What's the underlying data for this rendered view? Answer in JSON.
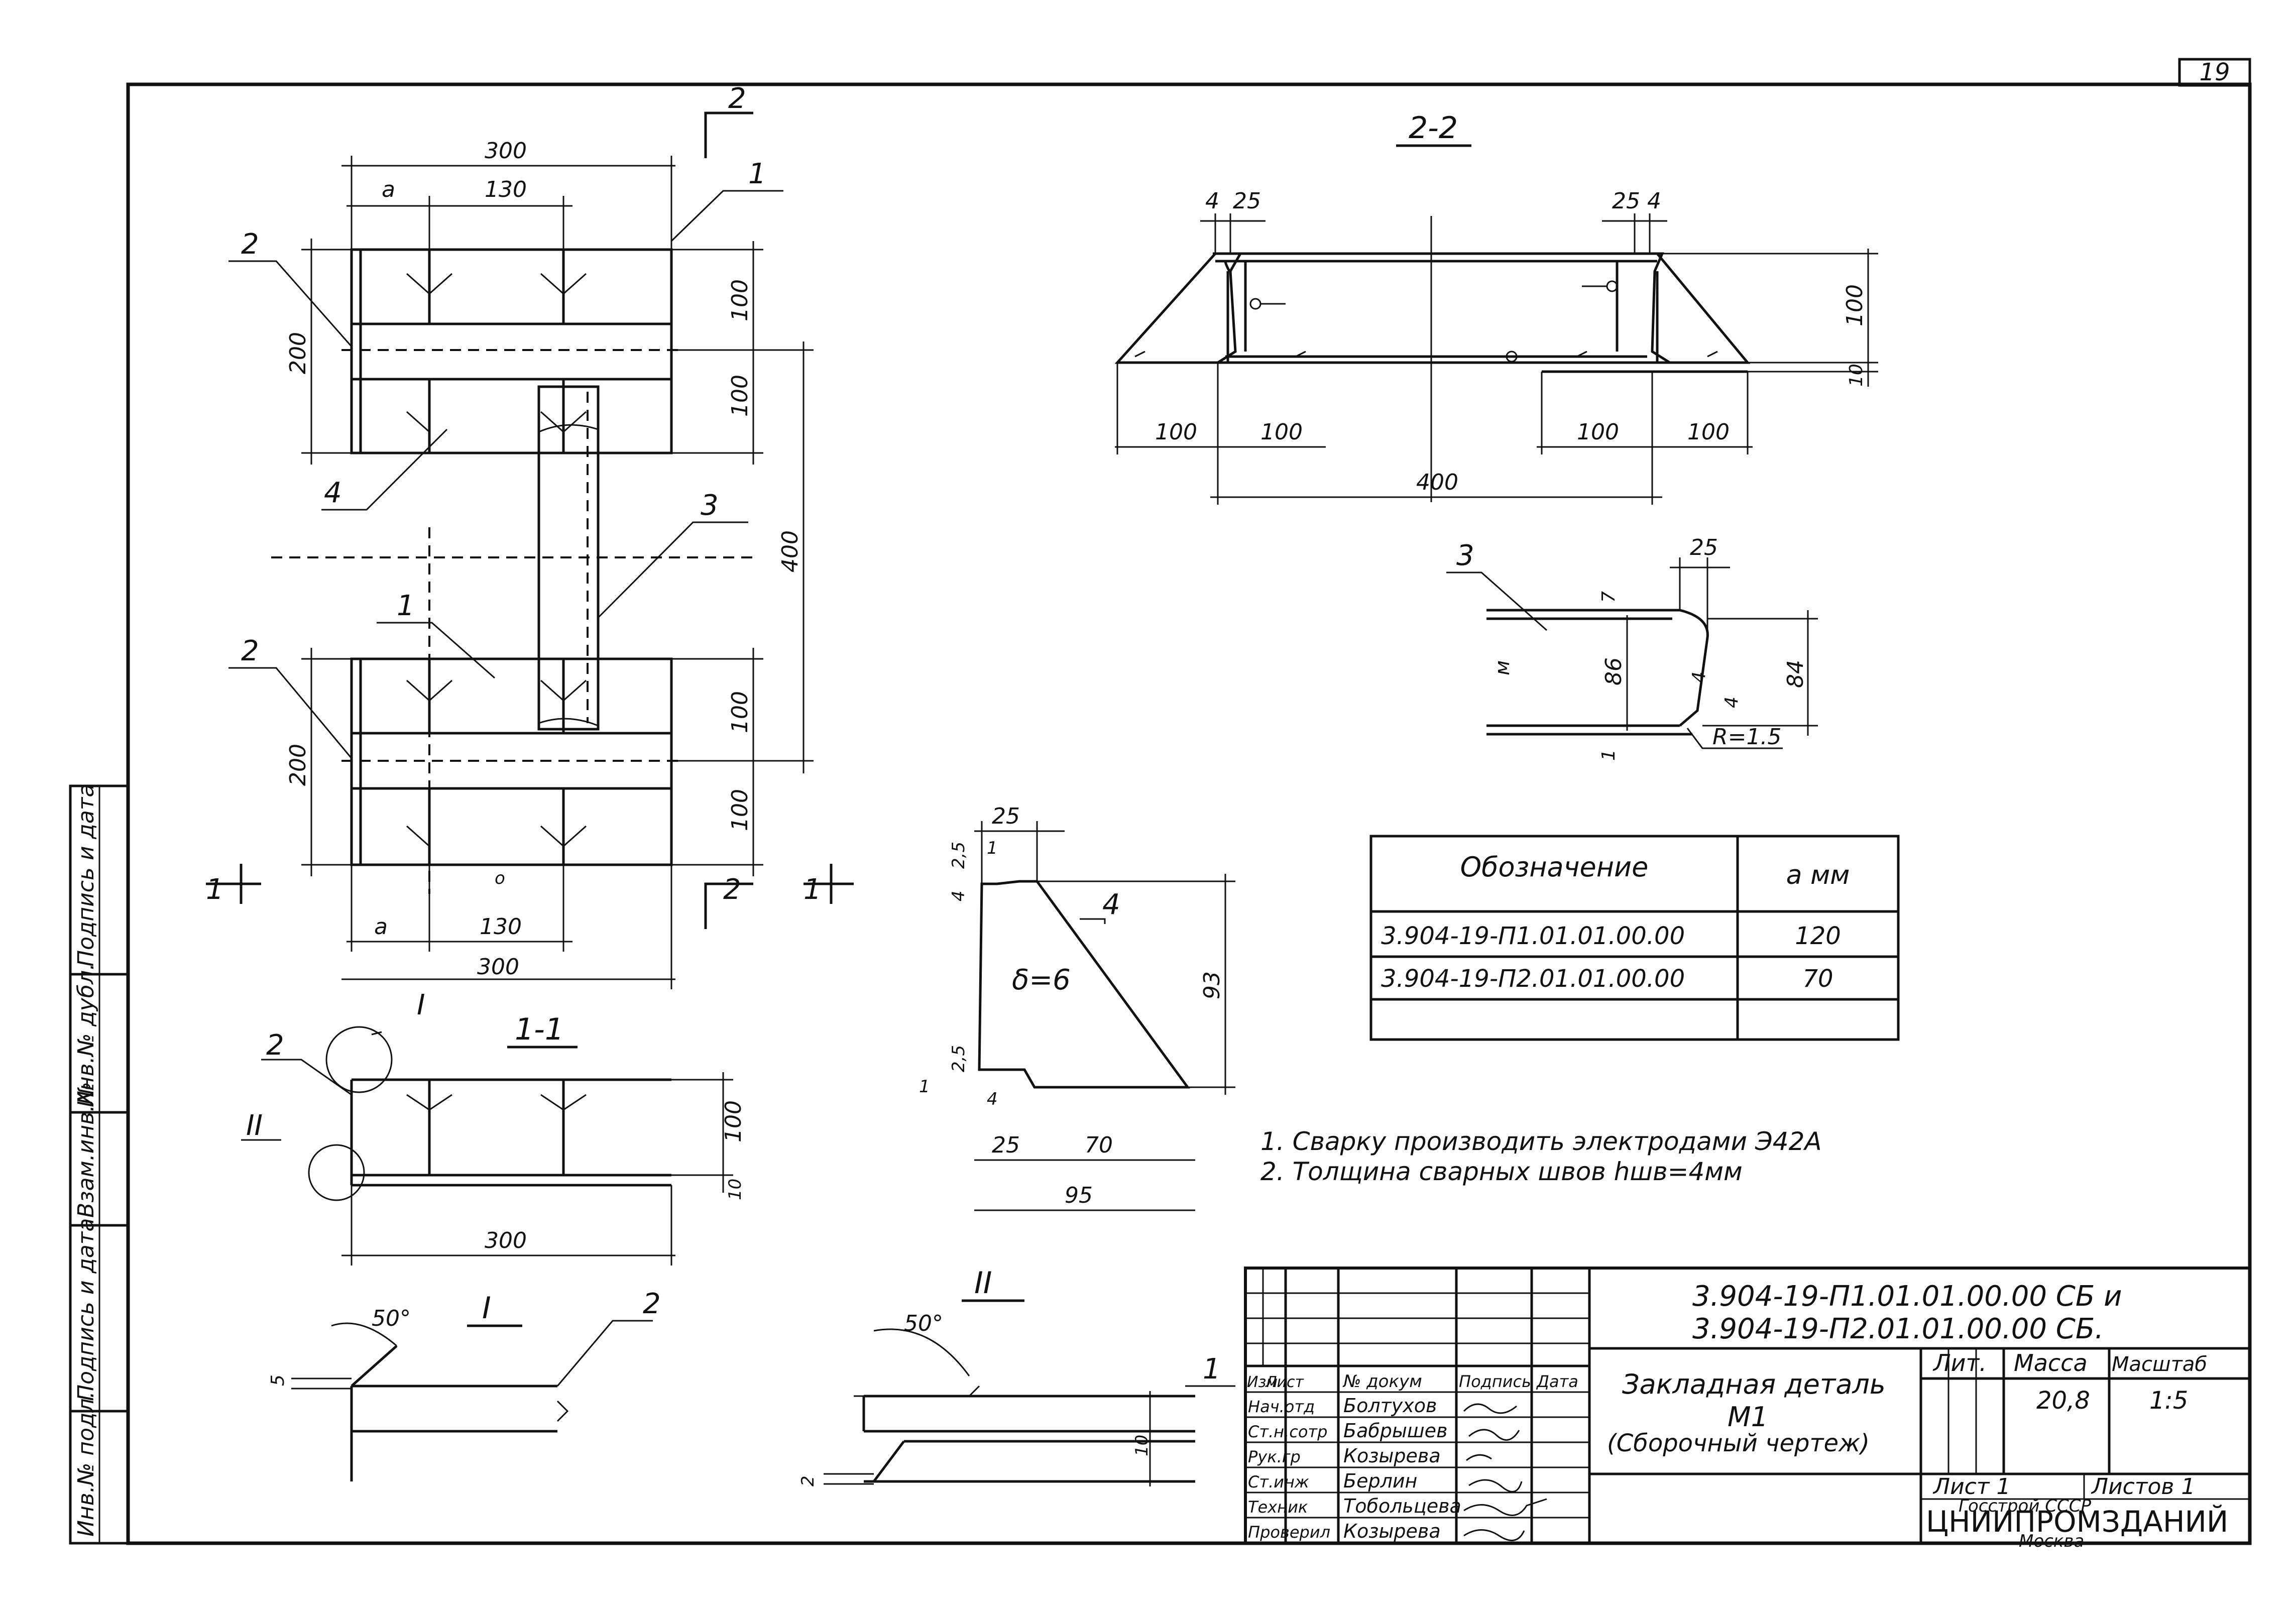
{
  "sheet": {
    "page_number": "19"
  },
  "side_stamp": [
    "Инв.№ подл.",
    "Подпись и дата",
    "Взам.инв.№",
    "Инв.№ дубл.",
    "Подпись и дата"
  ],
  "plan": {
    "dims": {
      "total_w": "300",
      "a": "a",
      "w130": "130",
      "h200": "200",
      "h100": "100",
      "h400": "400",
      "mark_o": "o"
    },
    "leaders": {
      "p1": "1",
      "p2": "2",
      "p3": "3",
      "p4": "4"
    },
    "sections": {
      "s1": "1",
      "s2": "2"
    },
    "top_section": "2"
  },
  "section_22": {
    "title": "2-2",
    "dims": {
      "d4": "4",
      "d25": "25",
      "d100": "100",
      "d10": "10",
      "d400": "400"
    }
  },
  "detail3": {
    "label": "3",
    "dims": {
      "d25": "25",
      "d7": "7",
      "d86": "86",
      "d4": "4",
      "d84": "84",
      "d1": "1",
      "radius": "R=1.5",
      "mark": "м"
    }
  },
  "detail4": {
    "label": "4",
    "thickness": "δ=6",
    "dims": {
      "d25": "25",
      "d4": "4",
      "d2_5": "2,5",
      "d1": "1",
      "d93": "93",
      "d70": "70",
      "d95": "95"
    }
  },
  "table": {
    "headers": [
      "Обозначение",
      "a мм"
    ],
    "rows": [
      [
        "3.904-19-П1.01.01.00.00",
        "120"
      ],
      [
        "3.904-19-П2.01.01.00.00",
        "70"
      ]
    ]
  },
  "section_11": {
    "title": "1-1",
    "dims": {
      "d300": "300",
      "d100": "100",
      "d10": "10"
    },
    "callouts": {
      "c1": "I",
      "c2": "II"
    },
    "leader": "2"
  },
  "details": {
    "d1_title": "I",
    "d1_angle": "50°",
    "d1_dim": "5",
    "d1_leader": "2",
    "d2_title": "II",
    "d2_angle": "50°",
    "d2_dims": {
      "d2": "2",
      "d10": "10"
    },
    "d2_leader": "1"
  },
  "notes": [
    "1. Сварку производить электродами Э42А",
    "2. Толщина сварных швов hшв=4мм"
  ],
  "title_block": {
    "doc_code_1": "3.904-19-П1.01.01.00.00 СБ и",
    "doc_code_2": "3.904-19-П2.01.01.00.00 СБ.",
    "item_name": "Закладная деталь",
    "item_mark": "М1",
    "item_type": "(Сборочный чертеж)",
    "col_headers": [
      "Изм",
      "Лист",
      "№ докум",
      "Подпись",
      "Дата"
    ],
    "roles": [
      "Нач.отд",
      "Ст.н.сотр",
      "Рук.гр",
      "Ст.инж",
      "Техник",
      "Проверил"
    ],
    "names": [
      "Болтухов",
      "Бабрышев",
      "Козырева",
      "Берлин",
      "Тобольцева",
      "Козырева"
    ],
    "lit_label": "Лит.",
    "mass_label": "Масса",
    "scale_label": "Масштаб",
    "mass_value": "20,8",
    "scale_value": "1:5",
    "sheet_label": "Лист 1",
    "sheets_label": "Листов 1",
    "org_1": "Госстрой СССР",
    "org_2": "ЦНИИПРОМЗДАНИЙ",
    "city": "Москва"
  }
}
